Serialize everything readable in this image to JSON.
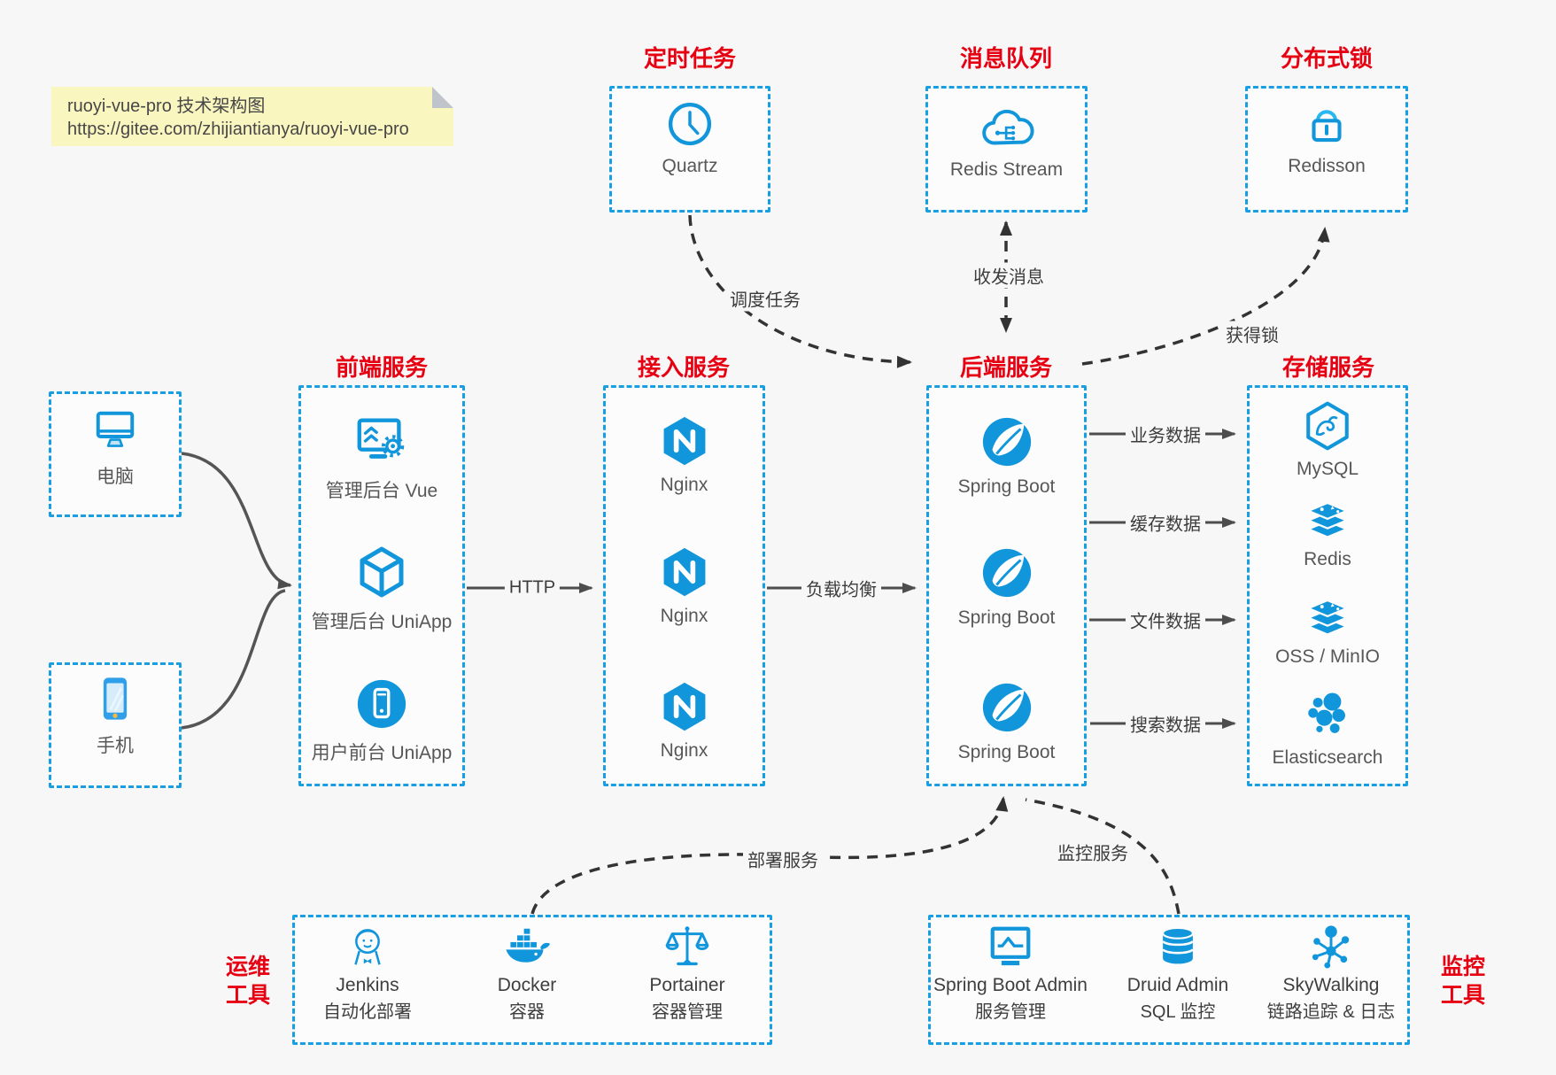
{
  "note": {
    "title": "ruoyi-vue-pro 技术架构图",
    "url": "https://gitee.com/zhijiantianya/ruoyi-vue-pro"
  },
  "groups": {
    "scheduled": {
      "title": "定时任务",
      "label": "Quartz"
    },
    "mq": {
      "title": "消息队列",
      "label": "Redis Stream"
    },
    "lock": {
      "title": "分布式锁",
      "label": "Redisson"
    },
    "frontend": {
      "title": "前端服务",
      "items": [
        "管理后台 Vue",
        "管理后台 UniApp",
        "用户前台 UniApp"
      ]
    },
    "gateway": {
      "title": "接入服务",
      "items": [
        "Nginx",
        "Nginx",
        "Nginx"
      ]
    },
    "backend": {
      "title": "后端服务",
      "items": [
        "Spring Boot",
        "Spring Boot",
        "Spring Boot"
      ]
    },
    "storage": {
      "title": "存储服务",
      "items": [
        "MySQL",
        "Redis",
        "OSS / MinIO",
        "Elasticsearch"
      ]
    },
    "ops": {
      "title_line1": "运维",
      "title_line2": "工具",
      "items": [
        {
          "name": "Jenkins",
          "desc": "自动化部署"
        },
        {
          "name": "Docker",
          "desc": "容器"
        },
        {
          "name": "Portainer",
          "desc": "容器管理"
        }
      ]
    },
    "monitoring": {
      "title_line1": "监控",
      "title_line2": "工具",
      "items": [
        {
          "name": "Spring Boot Admin",
          "desc": "服务管理"
        },
        {
          "name": "Druid Admin",
          "desc": "SQL 监控"
        },
        {
          "name": "SkyWalking",
          "desc": "链路追踪 & 日志"
        }
      ]
    }
  },
  "clients": [
    {
      "label": "电脑"
    },
    {
      "label": "手机"
    }
  ],
  "edges": {
    "http": "HTTP",
    "load_balance": "负载均衡",
    "business": "业务数据",
    "cache": "缓存数据",
    "file": "文件数据",
    "search": "搜索数据",
    "schedule": "调度任务",
    "message": "收发消息",
    "acquire_lock": "获得锁",
    "deploy": "部署服务",
    "monitor": "监控服务"
  },
  "colors": {
    "icon_blue": "#1296db",
    "border_blue": "#189ee3",
    "title_red": "#e60012",
    "label_gray": "#575757",
    "note_bg": "#faf6c0",
    "arrow_dark": "#4d4d4d",
    "arrow_dashed": "#333333"
  }
}
